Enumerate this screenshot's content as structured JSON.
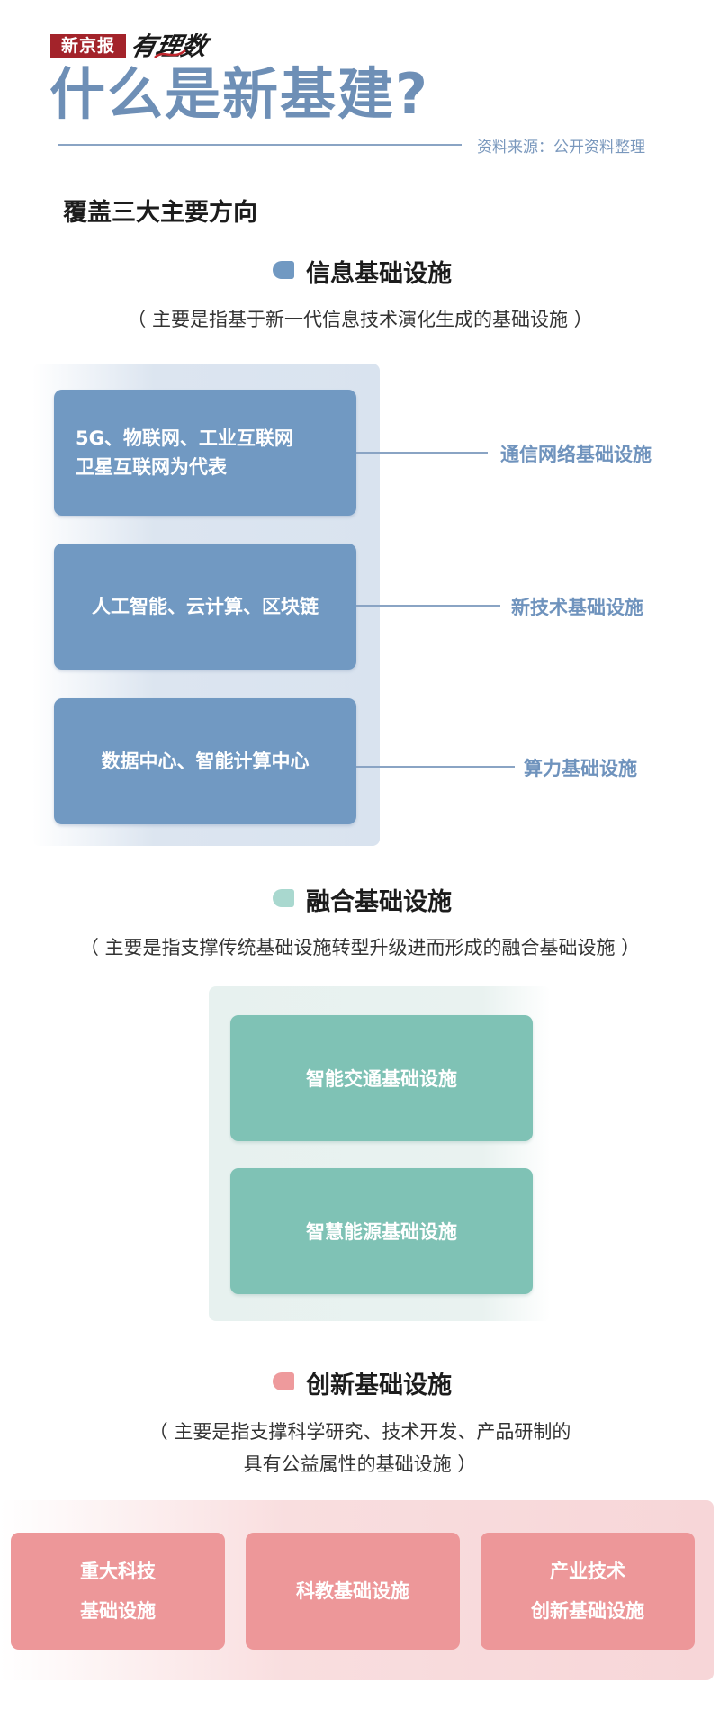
{
  "header": {
    "logo_text": "新京报",
    "brand_script": "有理数",
    "title": "什么是新基建?",
    "source": "资料来源：公开资料整理",
    "subheading": "覆盖三大主要方向"
  },
  "colors": {
    "info": "#7199c2",
    "fusion": "#7fc2b5",
    "innovation": "#ed9799",
    "title": "#6e8fb6"
  },
  "sections": {
    "info": {
      "title": "信息基础设施",
      "desc": "（ 主要是指基于新一代信息技术演化生成的基础设施 ）",
      "cards": [
        {
          "lines": [
            "5G、物联网、工业互联网",
            "卫星互联网为代表"
          ],
          "label": "通信网络基础设施"
        },
        {
          "lines": [
            "人工智能、云计算、区块链"
          ],
          "label": "新技术基础设施"
        },
        {
          "lines": [
            "数据中心、智能计算中心"
          ],
          "label": "算力基础设施"
        }
      ]
    },
    "fusion": {
      "title": "融合基础设施",
      "desc": "（ 主要是指支撑传统基础设施转型升级进而形成的融合基础设施 ）",
      "cards": [
        "智能交通基础设施",
        "智慧能源基础设施"
      ]
    },
    "innovation": {
      "title": "创新基础设施",
      "desc_line1": "（ 主要是指支撑科学研究、技术开发、产品研制的",
      "desc_line2": "具有公益属性的基础设施 ）",
      "cards": [
        {
          "lines": [
            "重大科技",
            "基础设施"
          ]
        },
        {
          "lines": [
            "科教基础设施"
          ]
        },
        {
          "lines": [
            "产业技术",
            "创新基础设施"
          ]
        }
      ]
    }
  }
}
